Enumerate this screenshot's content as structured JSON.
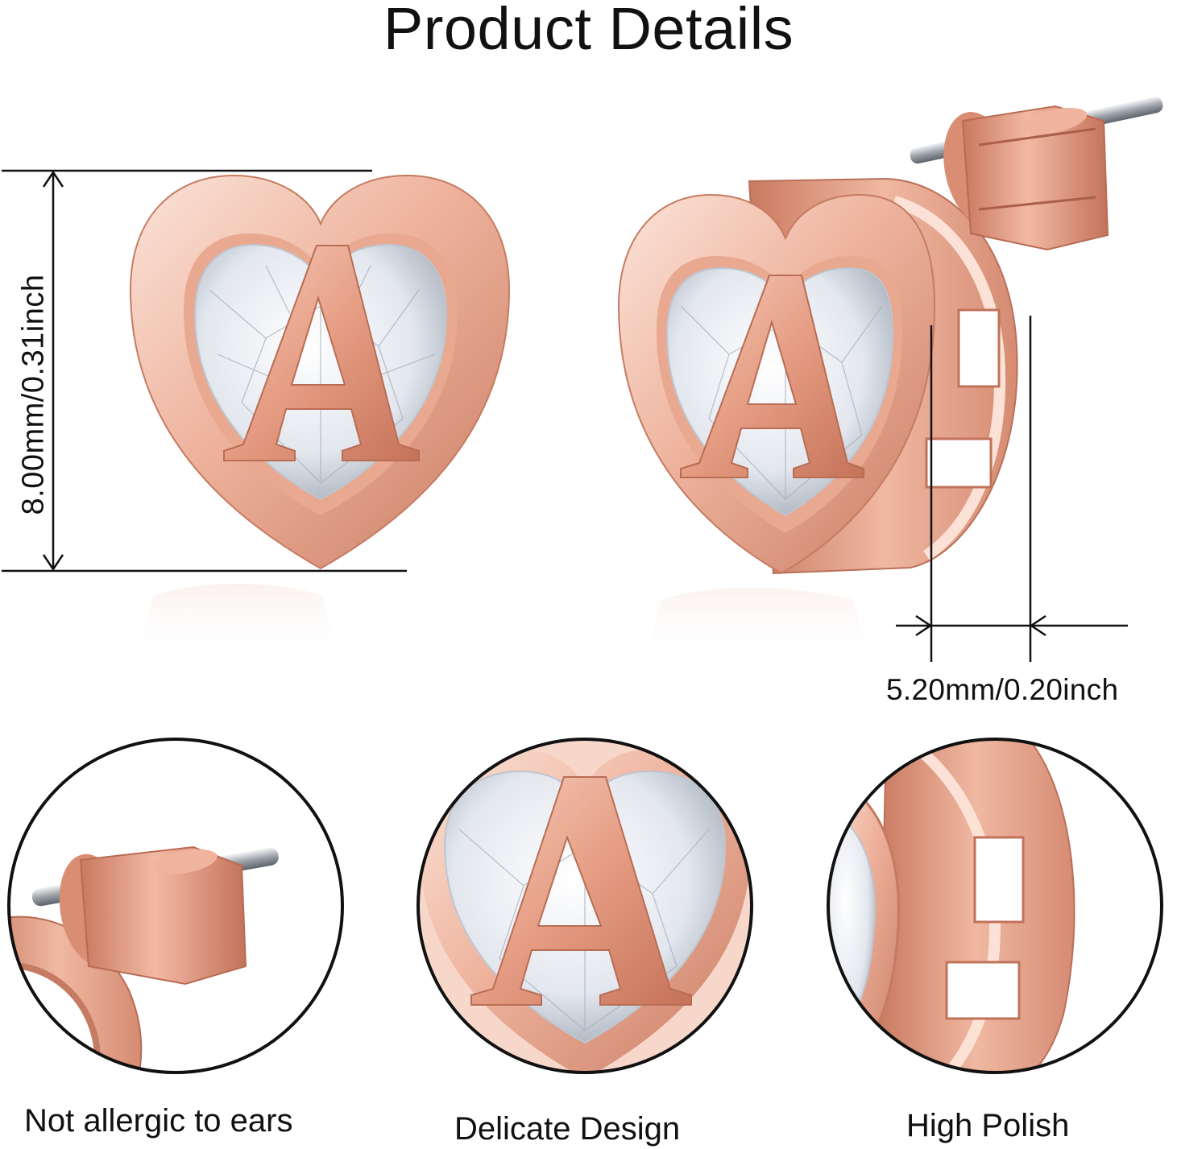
{
  "page": {
    "title": "Product Details"
  },
  "dimensions": {
    "height_label": "8.00mm/0.31inch",
    "width_label": "5.20mm/0.20inch"
  },
  "earring": {
    "initial": "A"
  },
  "features": [
    {
      "label": "Not allergic to ears",
      "icon": "ear-back-closeup-icon"
    },
    {
      "label": "Delicate Design",
      "icon": "heart-initial-closeup-icon"
    },
    {
      "label": "High Polish",
      "icon": "polished-side-closeup-icon"
    }
  ],
  "colors": {
    "rose_gold": "#e8a58d",
    "rose_gold_dark": "#c77c62",
    "rose_gold_light": "#f9ddd0",
    "crystal": "#eef1f6",
    "post_silver": "#c9ccd1"
  }
}
